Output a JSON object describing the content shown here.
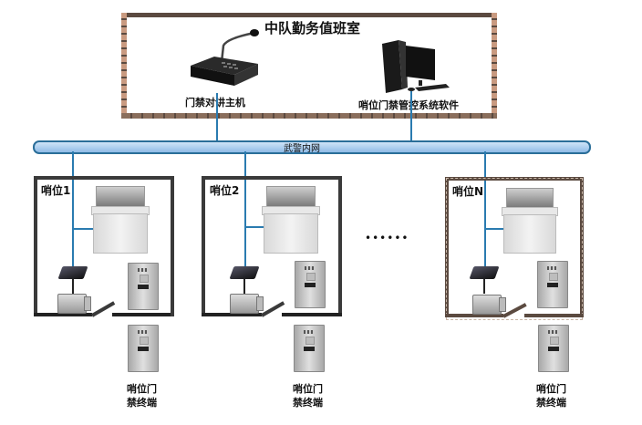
{
  "duty_room": {
    "title": "中队勤务值班室",
    "host_label": "门禁对讲主机",
    "software_label": "哨位门禁管控系统软件"
  },
  "network": {
    "label": "武警内网"
  },
  "posts": [
    {
      "label": "哨位1",
      "terminal_label_line1": "哨位门",
      "terminal_label_line2": "禁终端"
    },
    {
      "label": "哨位2",
      "terminal_label_line1": "哨位门",
      "terminal_label_line2": "禁终端"
    },
    {
      "label": "哨位N",
      "terminal_label_line1": "哨位门",
      "terminal_label_line2": "禁终端"
    }
  ],
  "ellipsis": "••••••",
  "colors": {
    "wire": "#2a7bb0",
    "bus": "#a9cdef",
    "brick": "#5b4a40"
  }
}
